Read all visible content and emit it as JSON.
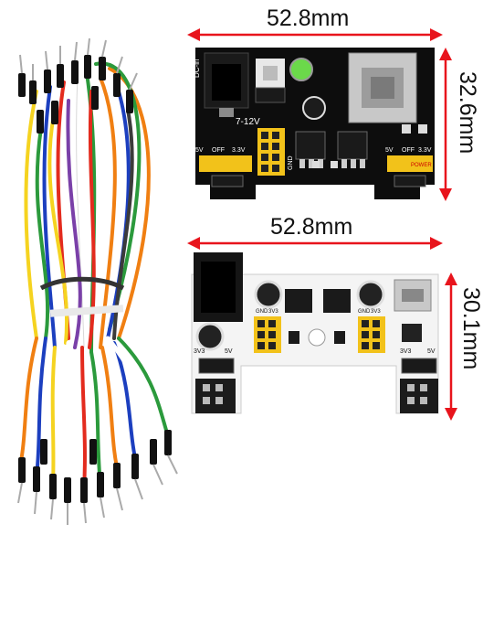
{
  "dimensions": {
    "top_width": "52.8mm",
    "top_height": "32.6mm",
    "bottom_width": "52.8mm",
    "bottom_height": "30.1mm"
  },
  "board_top": {
    "dc_label": "DC-in",
    "voltage_label": "7-12V",
    "rail_labels": [
      "5V",
      "OFF",
      "3.3V"
    ],
    "gnd_label": "GND",
    "power_label": "POWER",
    "side_labels": [
      "5V",
      "3.3V"
    ]
  },
  "board_bottom": {
    "left_labels": [
      "3V3",
      "5V"
    ],
    "right_labels": [
      "3V3",
      "5V"
    ],
    "gnd_labels": [
      "GND",
      "3V3"
    ]
  },
  "colors": {
    "arrow": "#e8141c",
    "pcb_black": "#0d0d0d",
    "pcb_white": "#f4f4f4",
    "header_yellow": "#f2c21a"
  }
}
